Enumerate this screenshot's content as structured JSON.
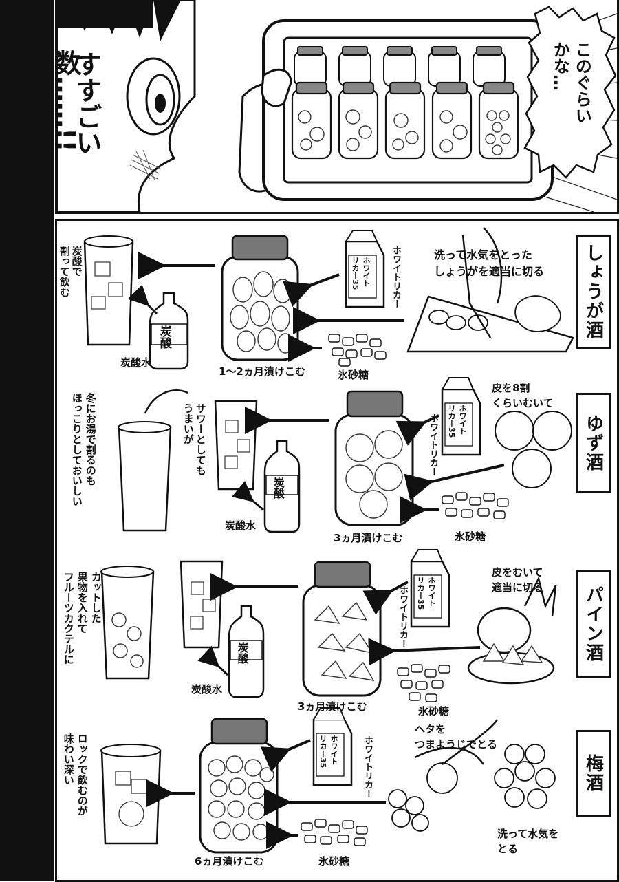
{
  "top": {
    "shout": "すすごい数……!!",
    "shout_line1": "すすごい",
    "shout_line2": "数……!!",
    "caption_line1": "このぐらい",
    "caption_line2": "かな…"
  },
  "recipes": [
    {
      "name": "しょうが酒",
      "prep_line1": "洗って水気をとった",
      "prep_line2": "しょうがを適当に切る",
      "liquor": "ホワイトリカー",
      "carton_label_1": "ホワイト",
      "carton_label_2": "リカー35",
      "sugar": "氷砂糖",
      "steep": "1〜2ヵ月漬けこむ",
      "soda_label": "炭酸水",
      "bottle_label": "炭酸",
      "serve_line1": "炭酸で",
      "serve_line2": "割って飲む"
    },
    {
      "name": "ゆず酒",
      "prep_line1": "皮を8割",
      "prep_line2": "くらいむいて",
      "liquor": "ホワイトリカー",
      "carton_label_1": "ホワイト",
      "carton_label_2": "リカー35",
      "sugar": "氷砂糖",
      "steep": "3ヵ月漬けこむ",
      "soda_label": "炭酸水",
      "bottle_label": "炭酸",
      "serve_line1": "サワーとしても",
      "serve_line2": "うまいが",
      "extra_line1": "冬にお湯で割るのも",
      "extra_line2": "ほっこりとしておいしい"
    },
    {
      "name": "パイン酒",
      "prep_line1": "皮をむいて",
      "prep_line2": "適当に切る",
      "liquor": "ホワイトリカー",
      "carton_label_1": "ホワイト",
      "carton_label_2": "リカー35",
      "sugar": "氷砂糖",
      "steep": "3ヵ月漬けこむ",
      "soda_label": "炭酸水",
      "bottle_label": "炭酸",
      "serve_line1": "カットした",
      "serve_line2": "果物を入れて",
      "serve_line3": "フルーツカクテルに"
    },
    {
      "name": "梅酒",
      "prep_line1": "ヘタを",
      "prep_line2": "つまようじでとる",
      "prep2_line1": "洗って水気を",
      "prep2_line2": "とる",
      "liquor": "ホワイトリカー",
      "carton_label_1": "ホワイト",
      "carton_label_2": "リカー35",
      "sugar": "氷砂糖",
      "steep": "6ヵ月漬けこむ",
      "serve_line1": "ロックで飲むのが",
      "serve_line2": "味わい深い"
    }
  ]
}
